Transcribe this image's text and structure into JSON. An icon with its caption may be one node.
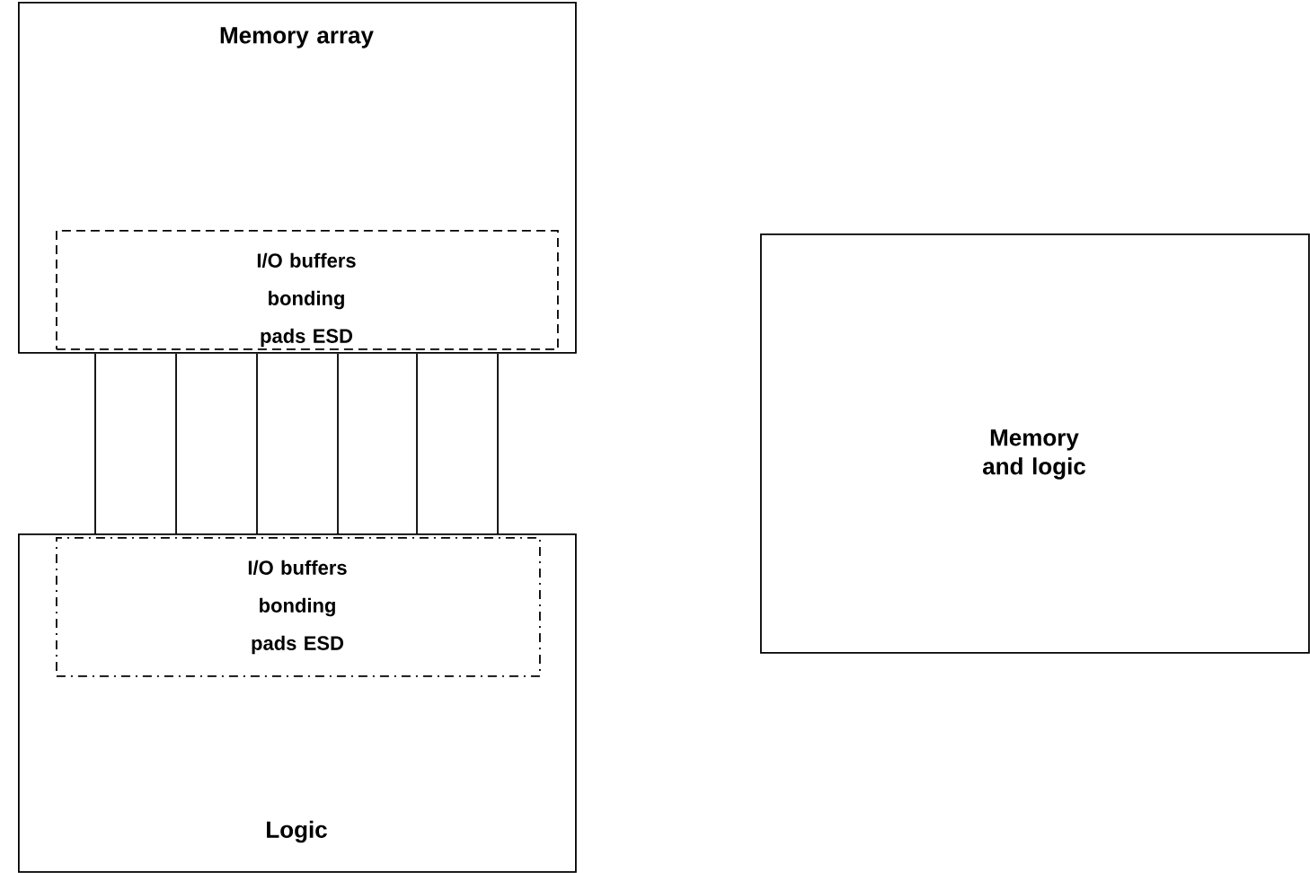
{
  "diagram": {
    "nodes": [
      {
        "text": [
          "Memory array"
        ]
      },
      {
        "text": [
          "I/O buffers bonding pads ESD"
        ],
        "in": 0
      },
      {
        "text": [
          "Logic"
        ]
      },
      {
        "text": [
          "I/O buffers bonding pads ESD"
        ],
        "in": 2
      },
      {
        "text": [
          "Memory and logic"
        ]
      }
    ],
    "edges": [
      {
        "from": 0,
        "to": 2,
        "arrow": "none"
      },
      {
        "from": 0,
        "to": 2,
        "arrow": "none"
      },
      {
        "from": 0,
        "to": 2,
        "arrow": "none"
      },
      {
        "from": 0,
        "to": 2,
        "arrow": "none"
      },
      {
        "from": 0,
        "to": 2,
        "arrow": "none"
      },
      {
        "from": 0,
        "to": 2,
        "arrow": "none"
      }
    ]
  }
}
